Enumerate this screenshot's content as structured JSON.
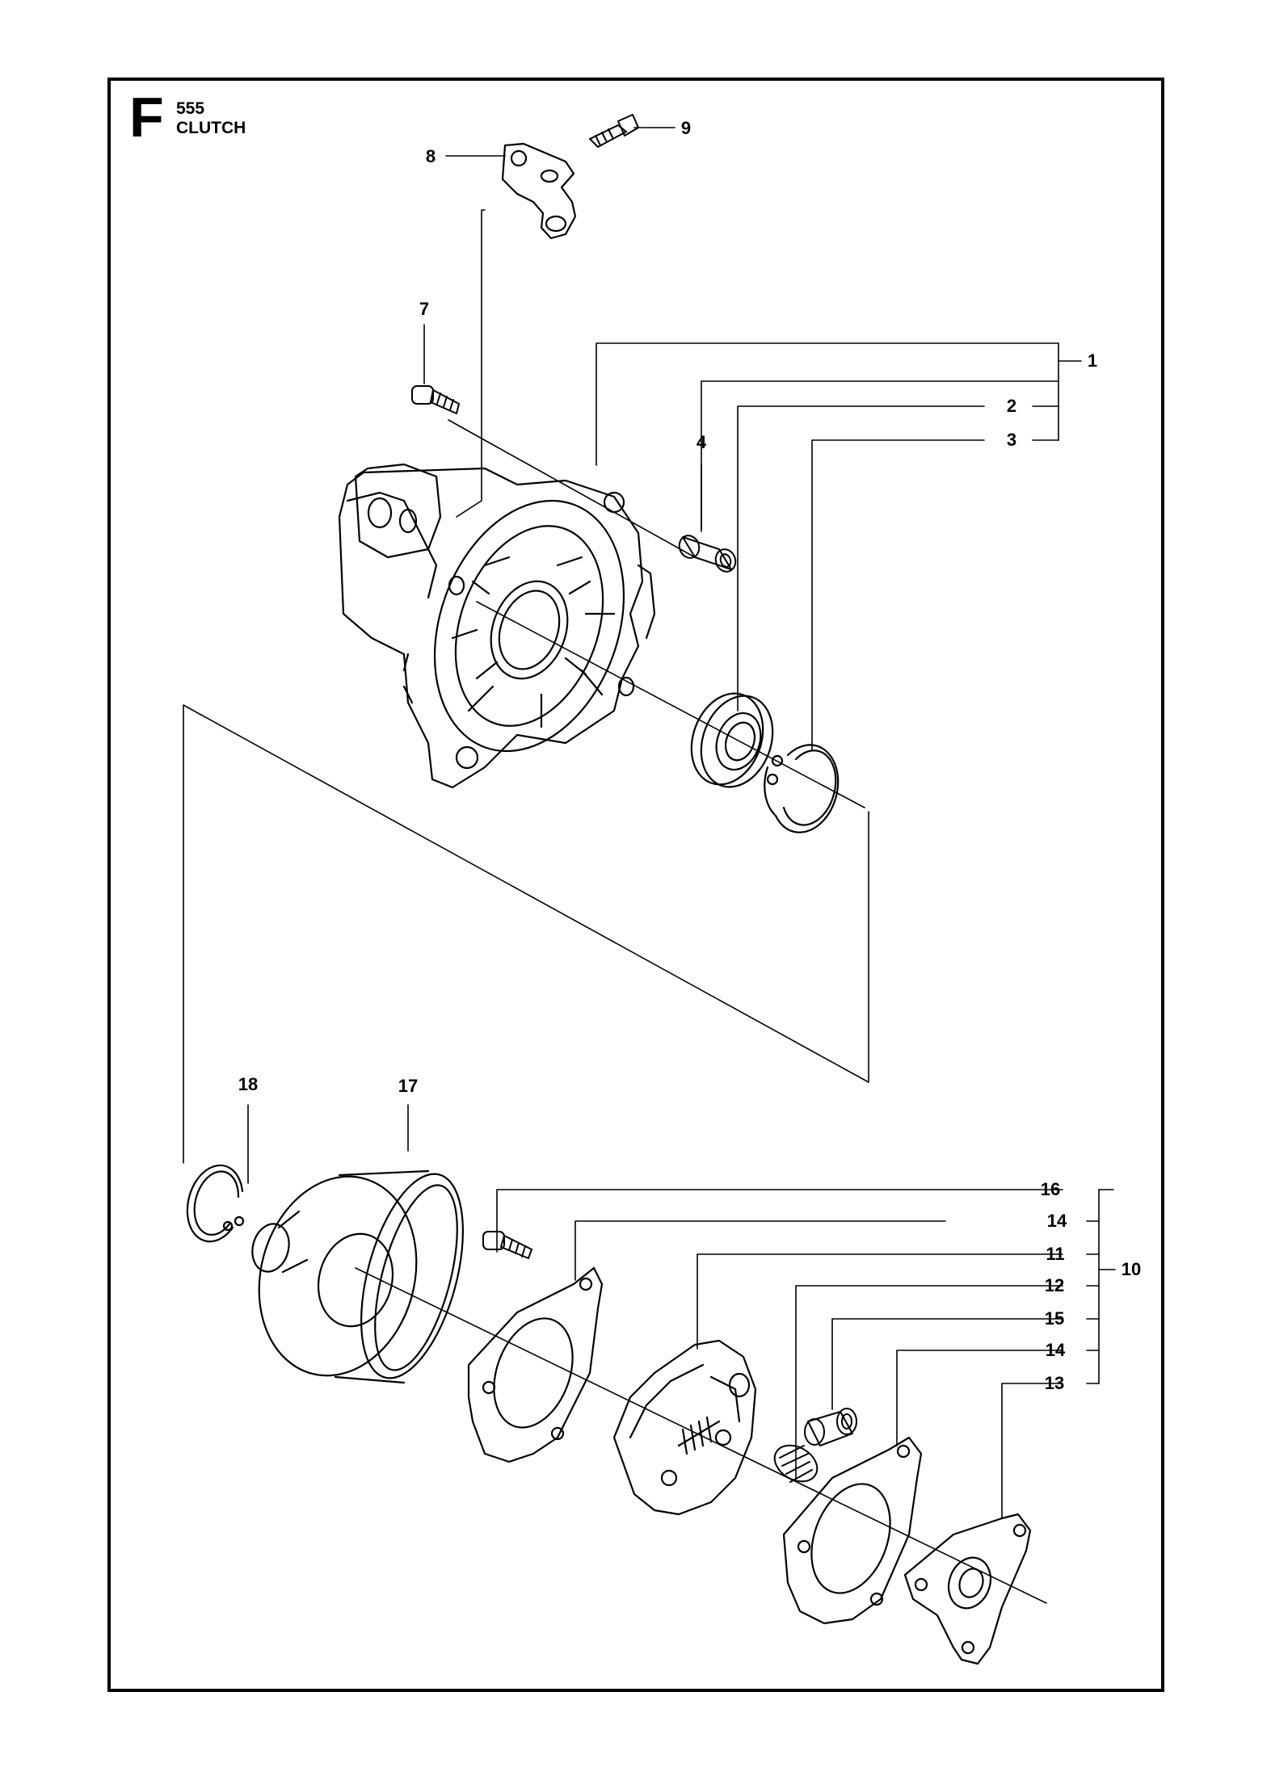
{
  "header": {
    "section_letter": "F",
    "section_number": "555",
    "section_title": "CLUTCH"
  },
  "callouts": [
    {
      "id": "c1",
      "label": "1"
    },
    {
      "id": "c2",
      "label": "2"
    },
    {
      "id": "c3",
      "label": "3"
    },
    {
      "id": "c4",
      "label": "4"
    },
    {
      "id": "c7",
      "label": "7"
    },
    {
      "id": "c8",
      "label": "8"
    },
    {
      "id": "c9",
      "label": "9"
    },
    {
      "id": "c10",
      "label": "10"
    },
    {
      "id": "c11",
      "label": "11"
    },
    {
      "id": "c12",
      "label": "12"
    },
    {
      "id": "c13",
      "label": "13"
    },
    {
      "id": "c14a",
      "label": "14"
    },
    {
      "id": "c14b",
      "label": "14"
    },
    {
      "id": "c15",
      "label": "15"
    },
    {
      "id": "c16",
      "label": "16"
    },
    {
      "id": "c17",
      "label": "17"
    },
    {
      "id": "c18",
      "label": "18"
    }
  ]
}
